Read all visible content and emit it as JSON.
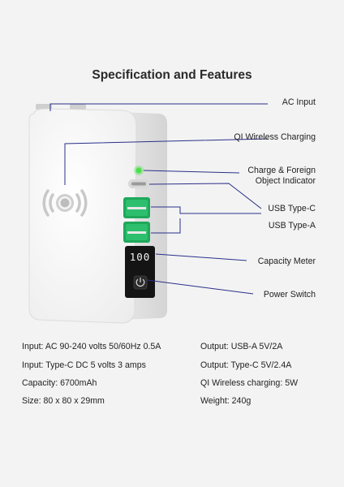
{
  "title": "Specification and Features",
  "callouts": {
    "ac_input": "AC Input",
    "qi_wireless": "QI Wireless Charging",
    "indicator_line1": "Charge & Foreign",
    "indicator_line2": "Object Indicator",
    "usb_c": "USB Type-C",
    "usb_a": "USB Type-A",
    "capacity_meter": "Capacity Meter",
    "power_switch": "Power Switch"
  },
  "display_value": "100",
  "specs_left": [
    "Input: AC 90-240 volts 50/60Hz 0.5A",
    "Input: Type-C DC 5 volts 3 amps",
    "Capacity: 6700mAh",
    "Size: 80 x 80 x 29mm"
  ],
  "specs_right": [
    "Output: USB-A 5V/2A",
    "Output: Type-C 5V/2.4A",
    "QI Wireless charging: 5W",
    "Weight: 240g"
  ],
  "colors": {
    "background": "#f3f3f3",
    "device_body": "#ffffff",
    "device_side": "#e4e4e4",
    "usb_port": "#2dbf6e",
    "led": "#4ce04c",
    "leader_line": "#2b2f8a",
    "display_panel": "#141414"
  }
}
